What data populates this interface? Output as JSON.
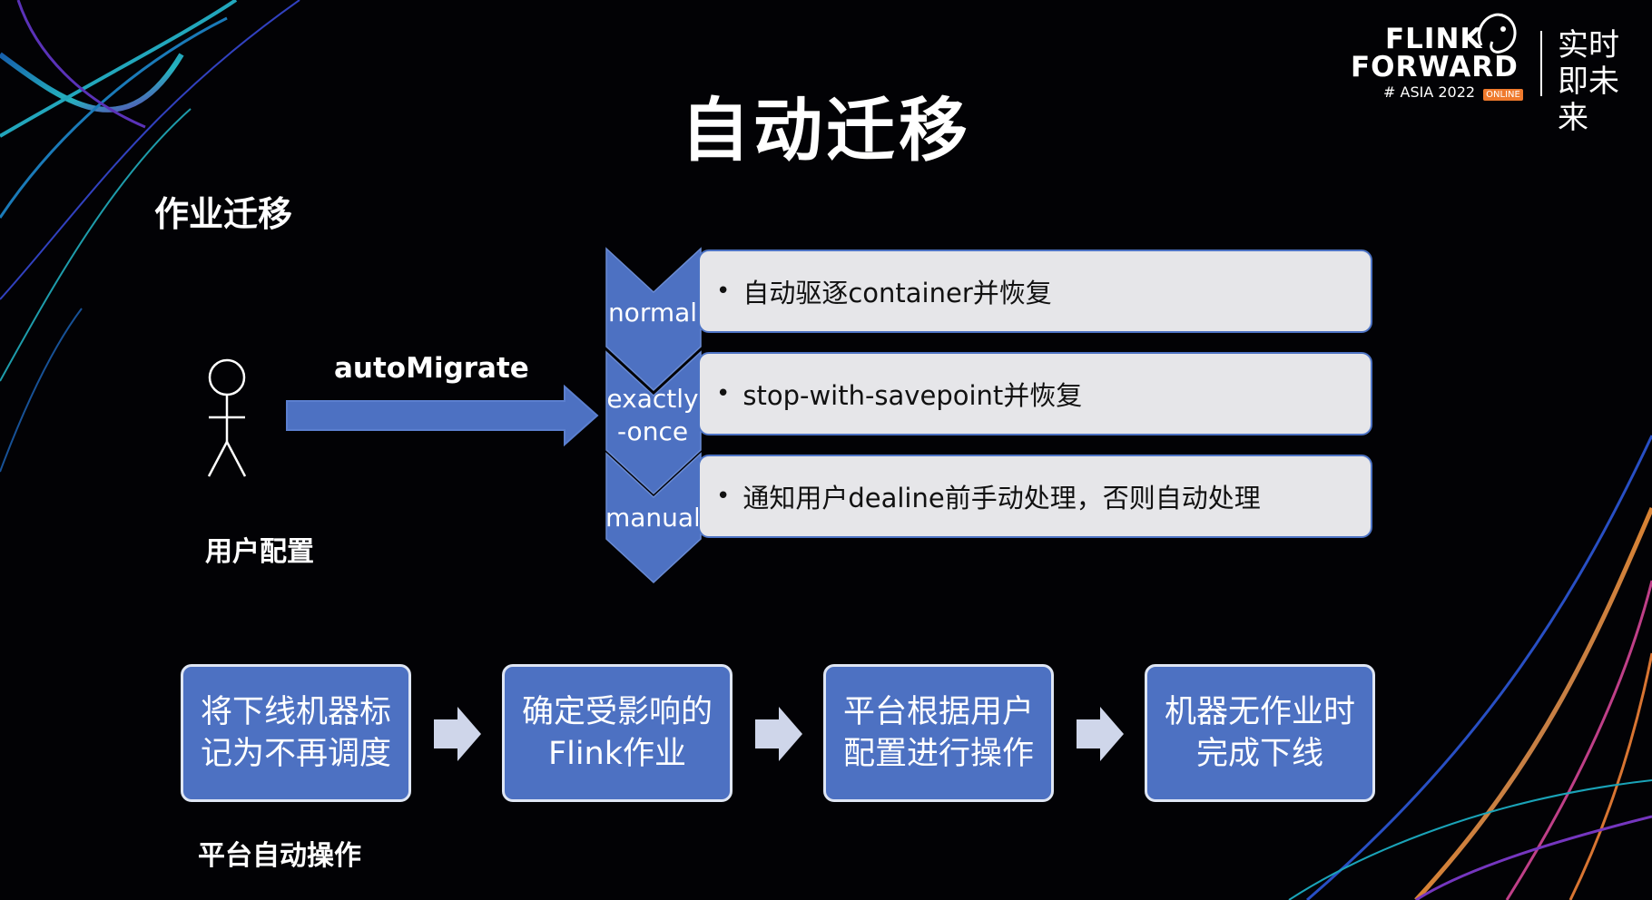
{
  "slide": {
    "title": "自动迁移",
    "section_title": "作业迁移",
    "user_config_label": "用户配置",
    "automigrate_label": "autoMigrate",
    "modes": [
      {
        "label": "normal",
        "desc": "自动驱逐container并恢复"
      },
      {
        "label": "exactly\n-once",
        "desc": "stop-with-savepoint并恢复"
      },
      {
        "label": "manual",
        "desc": "通知用户dealine前手动处理，否则自动处理"
      }
    ],
    "bullet": "•",
    "steps": [
      {
        "text": "将下线机器标\n记为不再调度"
      },
      {
        "text": "确定受影响的\nFlink作业"
      },
      {
        "text": "平台根据用户\n配置进行操作"
      },
      {
        "text": "机器无作业时\n完成下线"
      }
    ],
    "platform_label": "平台自动操作"
  },
  "logo": {
    "line1": "FLINK",
    "line2": "FORWARD",
    "asia": "# ASIA 2022",
    "online": "ONLINE",
    "cn": "实时即未来"
  },
  "colors": {
    "accent_blue": "#4d71c2",
    "row_bg": "#e6e6e9",
    "step_arrow": "#cfd6ea",
    "background": "#020205"
  }
}
